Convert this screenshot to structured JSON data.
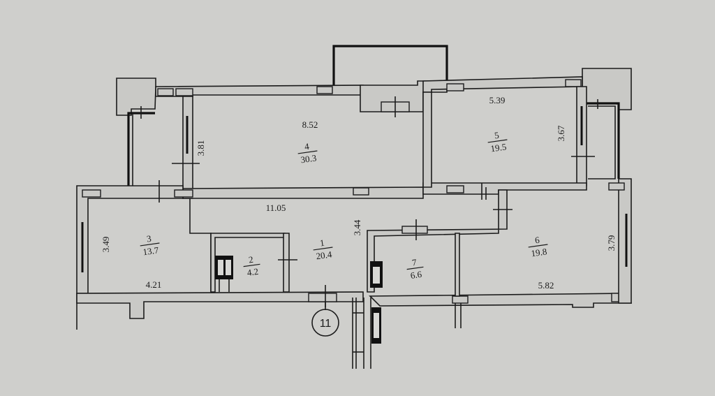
{
  "plan": {
    "background_color": "#cfcfcc",
    "line_color": "#1b1b1b",
    "axis_marker": "11",
    "rooms": [
      {
        "number": "1",
        "area": "20.4"
      },
      {
        "number": "2",
        "area": "4.2"
      },
      {
        "number": "3",
        "area": "13.7"
      },
      {
        "number": "4",
        "area": "30.3"
      },
      {
        "number": "5",
        "area": "19.5"
      },
      {
        "number": "6",
        "area": "19.8"
      },
      {
        "number": "7",
        "area": "6.6"
      }
    ],
    "dimensions": {
      "room4_width": "8.52",
      "room4_depth": "3.81",
      "room5_width": "5.39",
      "room5_depth": "3.67",
      "corridor_length": "11.05",
      "corridor_depth": "3.44",
      "room3_depth": "3.49",
      "room3_width": "4.21",
      "room6_width": "5.82",
      "room6_depth": "3.79"
    }
  }
}
